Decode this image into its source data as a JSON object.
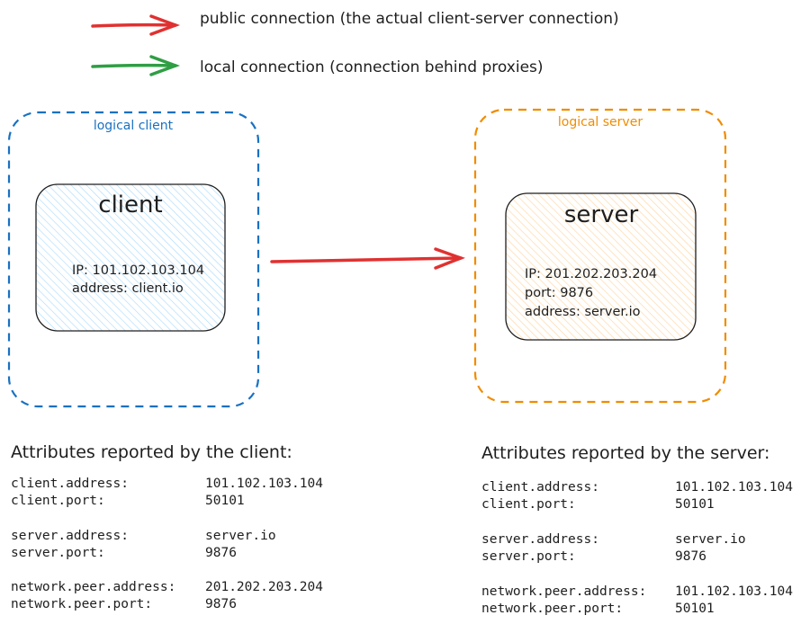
{
  "colors": {
    "public_arrow": "#e03131",
    "local_arrow": "#2f9e44",
    "logical_client": "#1971c2",
    "logical_server": "#f08c00",
    "client_fill": "#a5d8ff",
    "server_fill": "#ffd8a8"
  },
  "legend": {
    "public": "public connection (the actual client-server connection)",
    "local": "local connection (connection behind proxies)"
  },
  "logical_client": {
    "label": "logical client",
    "box_title": "client",
    "lines": [
      "IP: 101.102.103.104",
      "address: client.io"
    ]
  },
  "logical_server": {
    "label": "logical server",
    "box_title": "server",
    "lines": [
      "IP: 201.202.203.204",
      "port: 9876",
      "address: server.io"
    ]
  },
  "client_attributes": {
    "heading": "Attributes reported by the client:",
    "rows": [
      {
        "key": "client.address:",
        "value": "101.102.103.104"
      },
      {
        "key": "client.port:",
        "value": "50101"
      },
      {
        "key": "server.address:",
        "value": "server.io"
      },
      {
        "key": "server.port:",
        "value": "9876"
      },
      {
        "key": "network.peer.address:",
        "value": "201.202.203.204"
      },
      {
        "key": "network.peer.port:",
        "value": "9876"
      }
    ]
  },
  "server_attributes": {
    "heading": "Attributes reported by the server:",
    "rows": [
      {
        "key": "client.address:",
        "value": "101.102.103.104"
      },
      {
        "key": "client.port:",
        "value": "50101"
      },
      {
        "key": "server.address:",
        "value": "server.io"
      },
      {
        "key": "server.port:",
        "value": "9876"
      },
      {
        "key": "network.peer.address:",
        "value": "101.102.103.104"
      },
      {
        "key": "network.peer.port:",
        "value": "50101"
      }
    ]
  }
}
